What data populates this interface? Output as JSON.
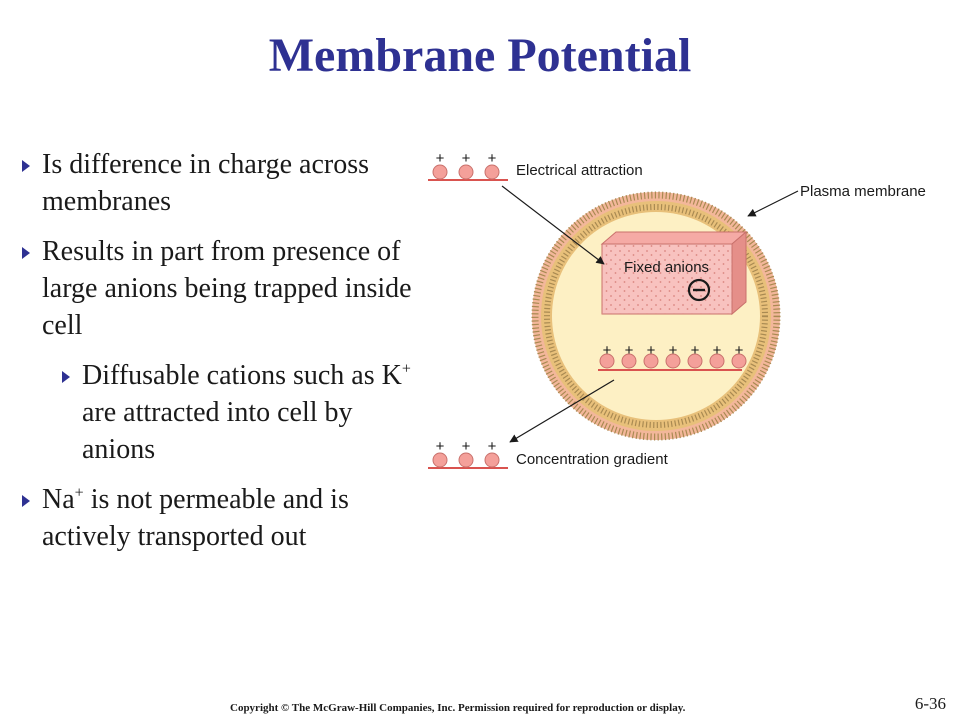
{
  "slide": {
    "title": "Membrane Potential",
    "bullets": [
      {
        "text": "Is difference in charge across membranes"
      },
      {
        "text": "Results in part from presence of large anions being trapped inside cell"
      },
      {
        "pre": "Diffusable cations such as K",
        "sup": "+",
        "post": " are attracted into cell by anions"
      },
      {
        "pre": "Na",
        "sup": "+",
        "post": " is not permeable and is actively transported out"
      }
    ],
    "copyright": "Copyright © The McGraw-Hill Companies, Inc. Permission required for reproduction or display.",
    "page_number": "6-36"
  },
  "figure": {
    "labels": {
      "electrical_attraction": "Electrical attraction",
      "plasma_membrane": "Plasma membrane",
      "fixed_anions": "Fixed anions",
      "concentration_gradient": "Concentration gradient",
      "plus_sign": "+",
      "minus_sign": "−"
    },
    "colors": {
      "cell_fill": "#fdf0c4",
      "membrane": "#e8c07a",
      "ion": "#f4a09a",
      "line": "#d9534f",
      "box": "#f8c2bf",
      "title": "#2e3192"
    }
  }
}
